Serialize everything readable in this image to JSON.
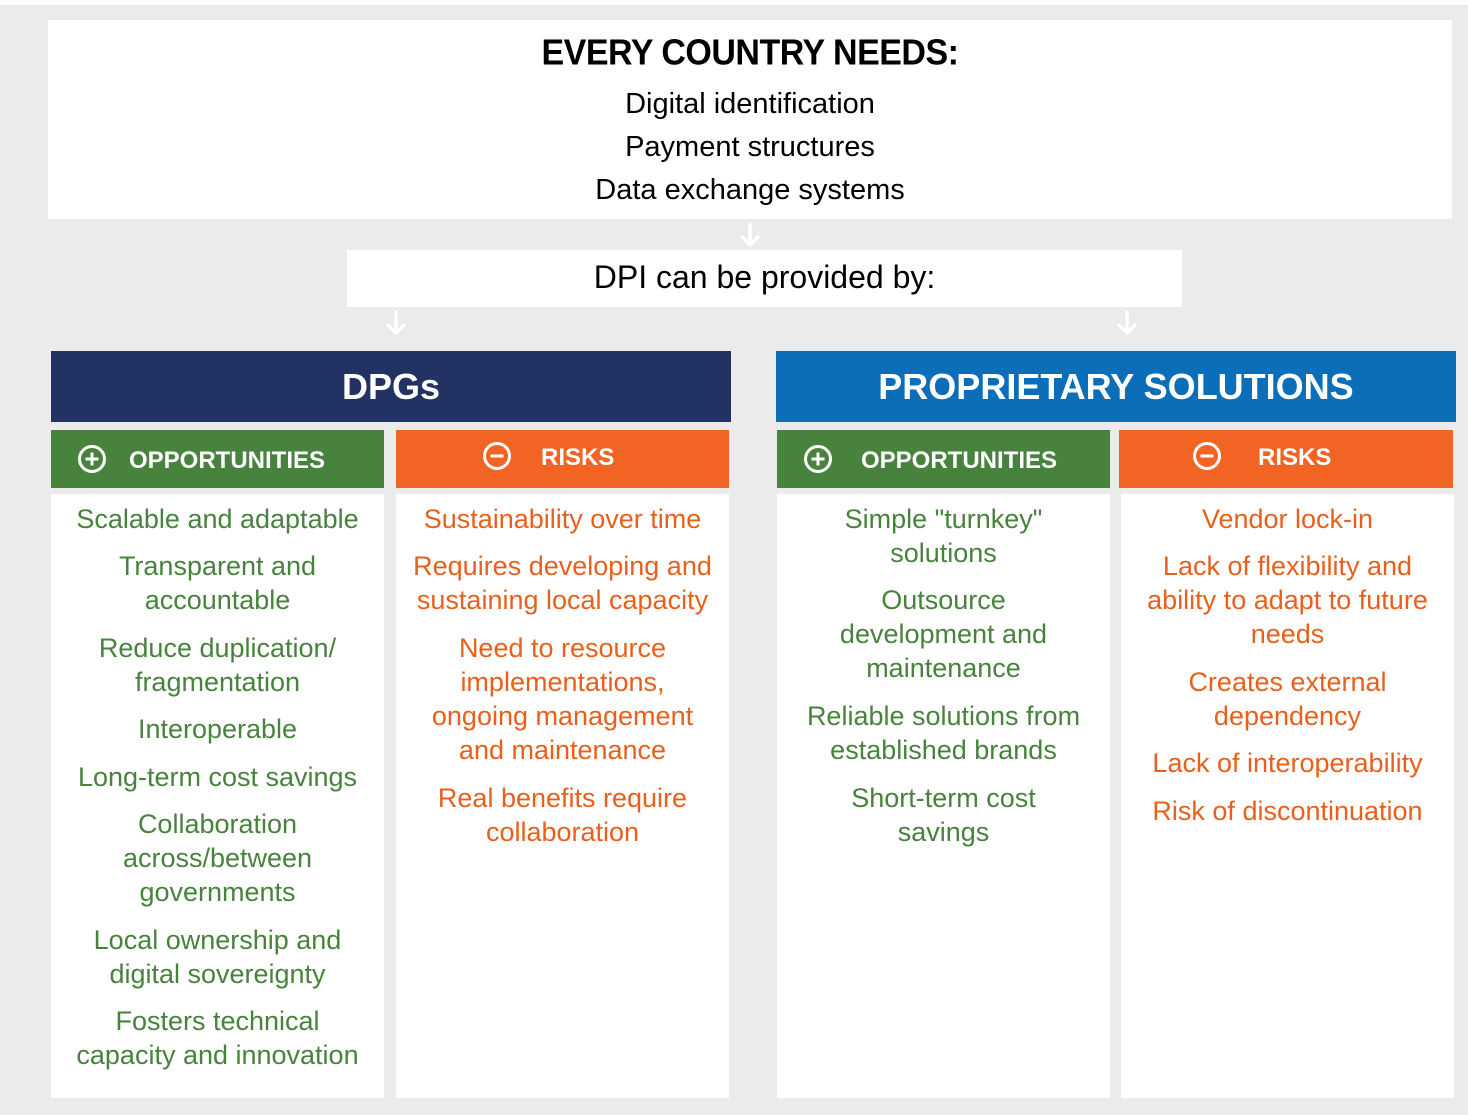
{
  "colors": {
    "panel_bg": "#ebebeb",
    "dpg_header": "#213263",
    "proprietary_header": "#0a6eb8",
    "opportunities": "#47833d",
    "risks": "#f16424"
  },
  "icons": {
    "opportunities": "plus-circle-icon",
    "risks": "minus-circle-icon",
    "flow": "arrow-down-icon"
  },
  "needs": {
    "title": "EVERY COUNTRY NEEDS:",
    "items": [
      "Digital identification",
      "Payment structures",
      "Data exchange systems"
    ]
  },
  "provided_by": "DPI can be provided by:",
  "dpgs": {
    "title": "DPGs",
    "opportunities": {
      "label": "OPPORTUNITIES",
      "items": [
        [
          "Scalable and adaptable"
        ],
        [
          "Transparent and",
          "accountable"
        ],
        [
          "Reduce duplication/",
          "fragmentation"
        ],
        [
          "Interoperable"
        ],
        [
          "Long-term cost savings"
        ],
        [
          "Collaboration",
          "across/between",
          "governments"
        ],
        [
          "Local ownership and",
          "digital sovereignty"
        ],
        [
          "Fosters technical",
          "capacity and innovation"
        ]
      ]
    },
    "risks": {
      "label": "RISKS",
      "items": [
        [
          "Sustainability over time"
        ],
        [
          "Requires developing and",
          "sustaining local capacity"
        ],
        [
          "Need to resource",
          "implementations,",
          "ongoing management",
          "and maintenance"
        ],
        [
          "Real benefits require",
          "collaboration"
        ]
      ]
    }
  },
  "proprietary": {
    "title": "PROPRIETARY SOLUTIONS",
    "opportunities": {
      "label": "OPPORTUNITIES",
      "items": [
        [
          "Simple \"turnkey\"",
          "solutions"
        ],
        [
          "Outsource",
          "development and",
          "maintenance"
        ],
        [
          "Reliable solutions from",
          "established brands"
        ],
        [
          "Short-term cost",
          "savings"
        ]
      ]
    },
    "risks": {
      "label": "RISKS",
      "items": [
        [
          "Vendor lock-in"
        ],
        [
          "Lack of flexibility and",
          "ability to adapt to future",
          "needs"
        ],
        [
          "Creates external",
          "dependency"
        ],
        [
          "Lack of interoperability"
        ],
        [
          "Risk of discontinuation"
        ]
      ]
    }
  }
}
